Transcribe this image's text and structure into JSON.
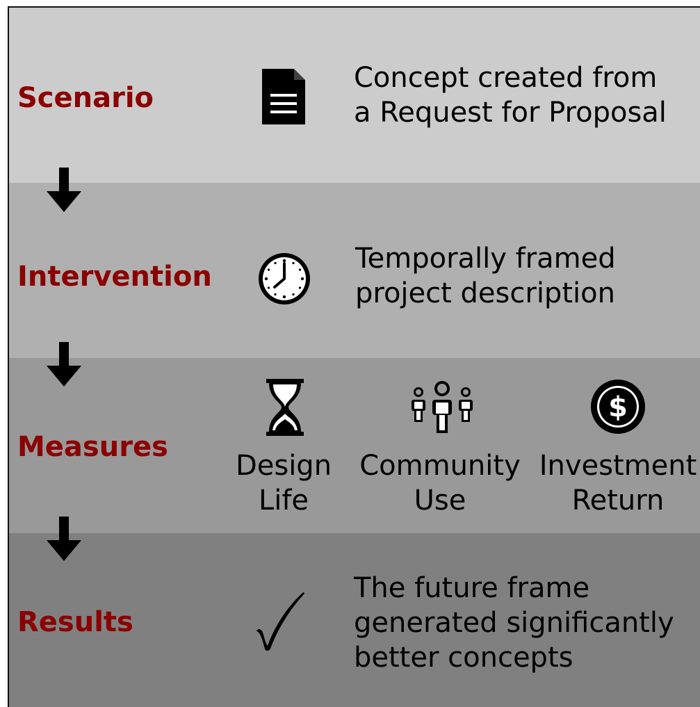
{
  "rows": [
    {
      "label": "Scenario",
      "icon": "document-icon",
      "description": [
        "Concept created from",
        "a Request for Proposal"
      ]
    },
    {
      "label": "Intervention",
      "icon": "clock-icon",
      "description": [
        "Temporally framed",
        "project description"
      ]
    },
    {
      "label": "Measures",
      "measures": [
        {
          "icon": "hourglass-icon",
          "text": [
            "Design",
            "Life"
          ]
        },
        {
          "icon": "people-icon",
          "text": [
            "Community",
            "Use"
          ]
        },
        {
          "icon": "dollar-icon",
          "text": [
            "Investment",
            "Return"
          ]
        }
      ]
    },
    {
      "label": "Results",
      "icon": "checkmark-icon",
      "description": [
        "The future frame",
        "generated significantly",
        "better concepts"
      ]
    }
  ],
  "colors": {
    "label": "#8b0000",
    "band_1": "#cccccc",
    "band_2": "#b0b0b0",
    "band_3": "#999999",
    "band_4": "#808080"
  }
}
